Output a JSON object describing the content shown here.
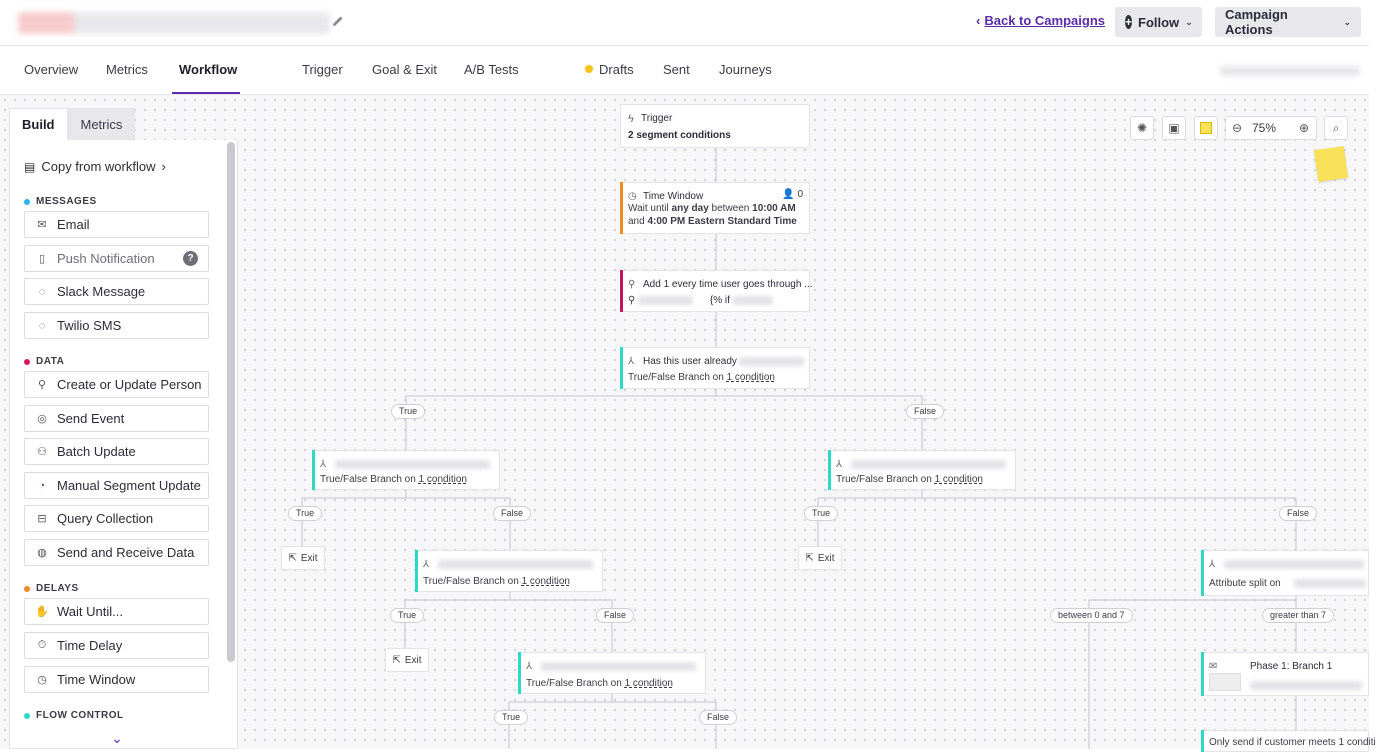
{
  "header": {
    "back_link": "Back to Campaigns",
    "follow_label": "Follow",
    "campaign_actions_label": "Campaign Actions"
  },
  "tabs": {
    "overview": "Overview",
    "metrics": "Metrics",
    "workflow": "Workflow",
    "trigger": "Trigger",
    "goal_exit": "Goal & Exit",
    "ab_tests": "A/B Tests",
    "drafts": "Drafts",
    "sent": "Sent",
    "journeys": "Journeys"
  },
  "panel": {
    "tab_build": "Build",
    "tab_metrics": "Metrics",
    "copy_from_workflow": "Copy from workflow",
    "sections": {
      "messages": "MESSAGES",
      "data": "DATA",
      "delays": "DELAYS",
      "flow_control": "FLOW CONTROL"
    },
    "messages": [
      "Email",
      "Push Notification",
      "Slack Message",
      "Twilio SMS"
    ],
    "data": [
      "Create or Update Person",
      "Send Event",
      "Batch Update",
      "Manual Segment Update",
      "Query Collection",
      "Send and Receive Data"
    ],
    "delays": [
      "Wait Until...",
      "Time Delay",
      "Time Window"
    ]
  },
  "canvas": {
    "zoom": "75%",
    "trigger": {
      "title": "Trigger",
      "sub": "2 segment conditions"
    },
    "time_window": {
      "title": "Time Window",
      "count": "0",
      "line1_a": "Wait until ",
      "line1_b": "any day",
      "line1_c": " between ",
      "line1_d": "10:00 AM",
      "line2_a": "and ",
      "line2_b": "4:00 PM Eastern Standard Time"
    },
    "add_node": {
      "title": "Add 1 every time user goes through ...",
      "liquid": "{% if"
    },
    "has_user_node": {
      "title": "Has this user already"
    },
    "branch_sub_prefix": "True/False Branch on ",
    "branch_sub_link": "1 condition",
    "true_label": "True",
    "false_label": "False",
    "exit_label": "Exit",
    "attribute_split": "Attribute split on",
    "between_label": "between 0 and 7",
    "greater_label": "greater than 7",
    "phase_title": "Phase 1: Branch 1",
    "only_send": "Only send if customer meets 1 conditi"
  }
}
